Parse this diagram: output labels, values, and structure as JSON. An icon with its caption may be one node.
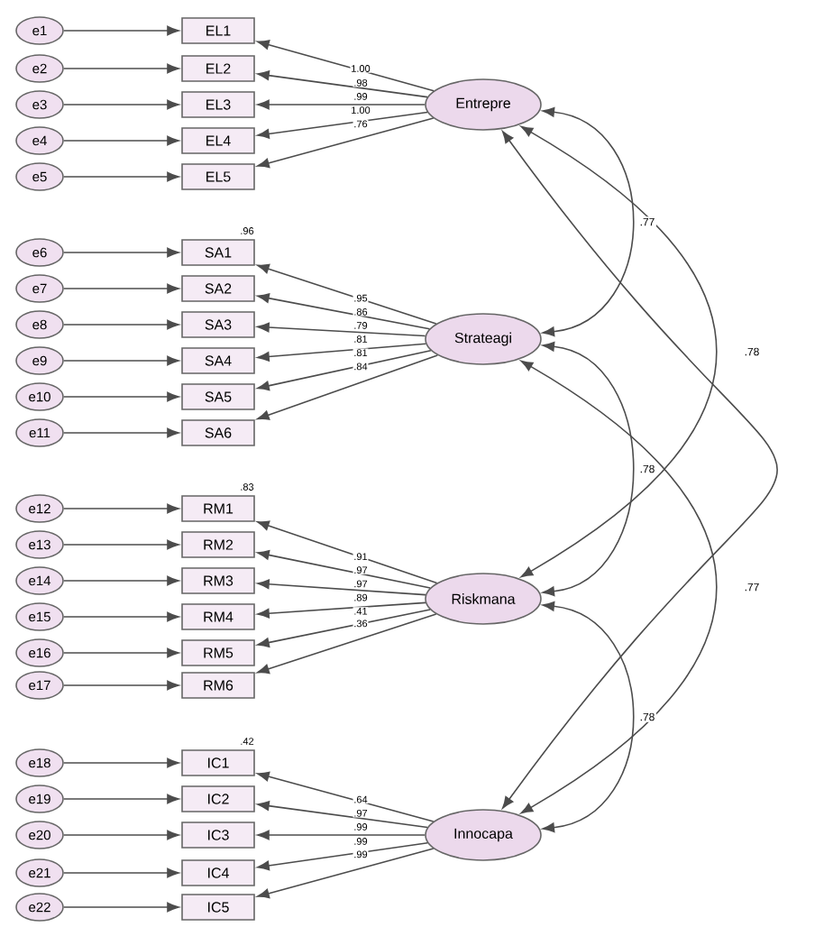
{
  "diagram": {
    "nodes": [
      {
        "text": [
          "e1"
        ]
      },
      {
        "text": [
          "e2"
        ]
      },
      {
        "text": [
          "e3"
        ]
      },
      {
        "text": [
          "e4"
        ]
      },
      {
        "text": [
          "e5"
        ]
      },
      {
        "text": [
          "e6"
        ]
      },
      {
        "text": [
          "e7"
        ]
      },
      {
        "text": [
          "e8"
        ]
      },
      {
        "text": [
          "e9"
        ]
      },
      {
        "text": [
          "e10"
        ]
      },
      {
        "text": [
          "e11"
        ]
      },
      {
        "text": [
          "e12"
        ]
      },
      {
        "text": [
          "e13"
        ]
      },
      {
        "text": [
          "e14"
        ]
      },
      {
        "text": [
          "e15"
        ]
      },
      {
        "text": [
          "e16"
        ]
      },
      {
        "text": [
          "e17"
        ]
      },
      {
        "text": [
          "e18"
        ]
      },
      {
        "text": [
          "e19"
        ]
      },
      {
        "text": [
          "e20"
        ]
      },
      {
        "text": [
          "e21"
        ]
      },
      {
        "text": [
          "e22"
        ]
      },
      {
        "text": [
          "EL1"
        ]
      },
      {
        "text": [
          "EL2"
        ]
      },
      {
        "text": [
          "EL3"
        ]
      },
      {
        "text": [
          "EL4"
        ]
      },
      {
        "text": [
          "EL5"
        ]
      },
      {
        "text": [
          "SA1"
        ],
        "beside": [
          ".96"
        ]
      },
      {
        "text": [
          "SA2"
        ]
      },
      {
        "text": [
          "SA3"
        ]
      },
      {
        "text": [
          "SA4"
        ]
      },
      {
        "text": [
          "SA5"
        ]
      },
      {
        "text": [
          "SA6"
        ]
      },
      {
        "text": [
          "RM1"
        ],
        "beside": [
          ".83"
        ]
      },
      {
        "text": [
          "RM2"
        ]
      },
      {
        "text": [
          "RM3"
        ]
      },
      {
        "text": [
          "RM4"
        ]
      },
      {
        "text": [
          "RM5"
        ]
      },
      {
        "text": [
          "RM6"
        ]
      },
      {
        "text": [
          "IC1"
        ],
        "beside": [
          ".42"
        ]
      },
      {
        "text": [
          "IC2"
        ]
      },
      {
        "text": [
          "IC3"
        ]
      },
      {
        "text": [
          "IC4"
        ]
      },
      {
        "text": [
          "IC5"
        ]
      },
      {
        "text": [
          "Entrepre"
        ]
      },
      {
        "text": [
          "Strateagi"
        ]
      },
      {
        "text": [
          "Riskmana"
        ]
      },
      {
        "text": [
          "Innocapa"
        ]
      }
    ],
    "edges": [
      {
        "from": 0,
        "to": 22,
        "arrow": "to"
      },
      {
        "from": 1,
        "to": 23,
        "arrow": "to"
      },
      {
        "from": 2,
        "to": 24,
        "arrow": "to"
      },
      {
        "from": 3,
        "to": 25,
        "arrow": "to"
      },
      {
        "from": 4,
        "to": 26,
        "arrow": "to"
      },
      {
        "from": 5,
        "to": 27,
        "arrow": "to"
      },
      {
        "from": 6,
        "to": 28,
        "arrow": "to"
      },
      {
        "from": 7,
        "to": 29,
        "arrow": "to"
      },
      {
        "from": 8,
        "to": 30,
        "arrow": "to"
      },
      {
        "from": 9,
        "to": 31,
        "arrow": "to"
      },
      {
        "from": 10,
        "to": 32,
        "arrow": "to"
      },
      {
        "from": 11,
        "to": 33,
        "arrow": "to"
      },
      {
        "from": 12,
        "to": 34,
        "arrow": "to"
      },
      {
        "from": 13,
        "to": 35,
        "arrow": "to"
      },
      {
        "from": 14,
        "to": 36,
        "arrow": "to"
      },
      {
        "from": 15,
        "to": 37,
        "arrow": "to"
      },
      {
        "from": 16,
        "to": 38,
        "arrow": "to"
      },
      {
        "from": 17,
        "to": 39,
        "arrow": "to"
      },
      {
        "from": 18,
        "to": 40,
        "arrow": "to"
      },
      {
        "from": 19,
        "to": 41,
        "arrow": "to"
      },
      {
        "from": 20,
        "to": 42,
        "arrow": "to"
      },
      {
        "from": 21,
        "to": 43,
        "arrow": "to"
      },
      {
        "from": 44,
        "to": 22,
        "arrow": "to",
        "label": "1.00"
      },
      {
        "from": 44,
        "to": 23,
        "arrow": "to",
        "label": ".98"
      },
      {
        "from": 44,
        "to": 24,
        "arrow": "to",
        "label": ".99"
      },
      {
        "from": 44,
        "to": 25,
        "arrow": "to",
        "label": "1.00"
      },
      {
        "from": 44,
        "to": 26,
        "arrow": "to",
        "label": ".76"
      },
      {
        "from": 45,
        "to": 27,
        "arrow": "to",
        "label": ".95"
      },
      {
        "from": 45,
        "to": 28,
        "arrow": "to",
        "label": ".86"
      },
      {
        "from": 45,
        "to": 29,
        "arrow": "to",
        "label": ".79"
      },
      {
        "from": 45,
        "to": 30,
        "arrow": "to",
        "label": ".81"
      },
      {
        "from": 45,
        "to": 31,
        "arrow": "to",
        "label": ".81"
      },
      {
        "from": 45,
        "to": 32,
        "arrow": "to",
        "label": ".84"
      },
      {
        "from": 46,
        "to": 33,
        "arrow": "to",
        "label": ".91"
      },
      {
        "from": 46,
        "to": 34,
        "arrow": "to",
        "label": ".97"
      },
      {
        "from": 46,
        "to": 35,
        "arrow": "to",
        "label": ".97"
      },
      {
        "from": 46,
        "to": 36,
        "arrow": "to",
        "label": ".89"
      },
      {
        "from": 46,
        "to": 37,
        "arrow": "to",
        "label": ".41"
      },
      {
        "from": 46,
        "to": 38,
        "arrow": "to",
        "label": ".36"
      },
      {
        "from": 47,
        "to": 39,
        "arrow": "to",
        "label": ".64"
      },
      {
        "from": 47,
        "to": 40,
        "arrow": "to",
        "label": ".97"
      },
      {
        "from": 47,
        "to": 41,
        "arrow": "to",
        "label": ".99"
      },
      {
        "from": 47,
        "to": 42,
        "arrow": "to",
        "label": ".99"
      },
      {
        "from": 47,
        "to": 43,
        "arrow": "to",
        "label": ".99"
      },
      {
        "from": 44,
        "to": 45,
        "arrow": "both",
        "label": ".77"
      },
      {
        "from": 44,
        "to": 46,
        "arrow": "both",
        "label": ".78"
      },
      {
        "from": 44,
        "to": 47,
        "arrow": "both"
      },
      {
        "from": 45,
        "to": 46,
        "arrow": "both",
        "label": ".78"
      },
      {
        "from": 45,
        "to": 47,
        "arrow": "both",
        "label": ".77"
      },
      {
        "from": 46,
        "to": 47,
        "arrow": "both",
        "label": ".78"
      }
    ]
  }
}
